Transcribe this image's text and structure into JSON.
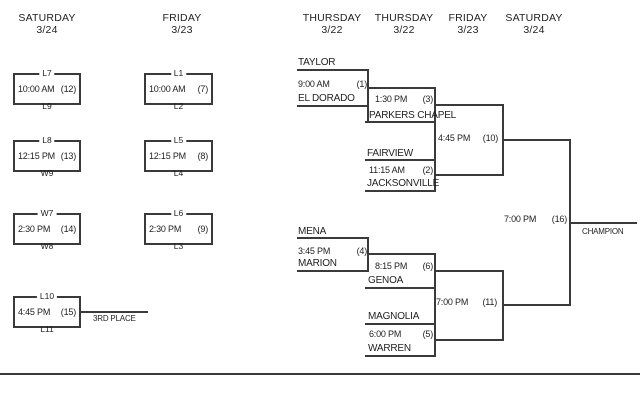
{
  "headers": [
    {
      "day": "SATURDAY",
      "date": "3/24"
    },
    {
      "day": "FRIDAY",
      "date": "3/23"
    },
    {
      "day": "THURSDAY",
      "date": "3/22"
    },
    {
      "day": "THURSDAY",
      "date": "3/22"
    },
    {
      "day": "FRIDAY",
      "date": "3/23"
    },
    {
      "day": "SATURDAY",
      "date": "3/24"
    }
  ],
  "consolation": {
    "col1": [
      {
        "top_label": "L7",
        "time": "10:00 AM",
        "num": "(12)",
        "bottom_label": "L9"
      },
      {
        "top_label": "L8",
        "time": "12:15 PM",
        "num": "(13)",
        "bottom_label": "W9"
      },
      {
        "top_label": "W7",
        "time": "2:30 PM",
        "num": "(14)",
        "bottom_label": "W8"
      },
      {
        "top_label": "L10",
        "time": "4:45 PM",
        "num": "(15)",
        "bottom_label": "L11"
      }
    ],
    "col2": [
      {
        "top_label": "L1",
        "time": "10:00 AM",
        "num": "(7)",
        "bottom_label": "L2"
      },
      {
        "top_label": "L5",
        "time": "12:15 PM",
        "num": "(8)",
        "bottom_label": "L4"
      },
      {
        "top_label": "L6",
        "time": "2:30 PM",
        "num": "(9)",
        "bottom_label": "L3"
      }
    ],
    "third_place_label": "3RD PLACE"
  },
  "main": {
    "game1": {
      "top": "TAYLOR",
      "time": "9:00 AM",
      "num": "(1)",
      "bottom": "EL DORADO"
    },
    "game3": {
      "time": "1:30 PM",
      "num": "(3)",
      "bottom": "PARKERS CHAPEL"
    },
    "game2": {
      "top": "FAIRVIEW",
      "time": "11:15 AM",
      "num": "(2)",
      "bottom": "JACKSONVILLE"
    },
    "game10": {
      "time": "4:45 PM",
      "num": "(10)"
    },
    "game4": {
      "top": "MENA",
      "time": "3:45 PM",
      "num": "(4)",
      "bottom": "MARION"
    },
    "game6": {
      "time": "8:15 PM",
      "num": "(6)",
      "bottom": "GENOA"
    },
    "game5": {
      "top": "MAGNOLIA",
      "time": "6:00 PM",
      "num": "(5)",
      "bottom": "WARREN"
    },
    "game11": {
      "time": "7:00 PM",
      "num": "(11)"
    },
    "game16": {
      "time": "7:00 PM",
      "num": "(16)"
    },
    "champion_label": "CHAMPION"
  }
}
